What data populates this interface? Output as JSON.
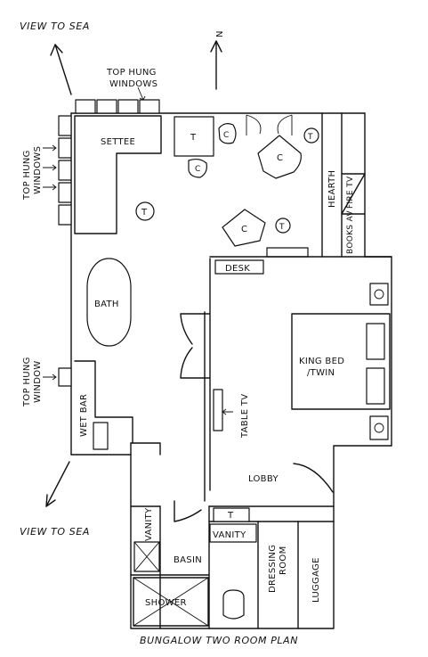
{
  "title": "BUNGALOW TWO ROOM PLAN",
  "compass": "N",
  "labels": {
    "view_to_sea_top": "VIEW TO SEA",
    "view_to_sea_bottom": "VIEW TO SEA",
    "top_hung_windows_top_1": "TOP HUNG",
    "top_hung_windows_top_2": "WINDOWS",
    "top_hung_windows_left_1": "TOP HUNG",
    "top_hung_windows_left_2": "WINDOWS",
    "top_hung_window_1": "TOP HUNG",
    "top_hung_window_2": "WINDOW",
    "settee": "SETTEE",
    "bath": "BATH",
    "wet_bar": "WET BAR",
    "desk": "DESK",
    "king_bed_1": "KING BED",
    "king_bed_2": "/TWIN",
    "table_tv": "TABLE TV",
    "lobby": "LOBBY",
    "vanity_left": "VANITY",
    "vanity_right": "VANITY",
    "basin": "BASIN",
    "shower": "SHOWER",
    "dressing_1": "DRESSING",
    "dressing_2": "ROOM",
    "luggage": "LUGGAGE",
    "hearth": "HEARTH",
    "fire_tv": "FIRE TV",
    "books_av": "BOOKS AV"
  },
  "furniture_marks": {
    "table": "T",
    "chair": "C"
  }
}
